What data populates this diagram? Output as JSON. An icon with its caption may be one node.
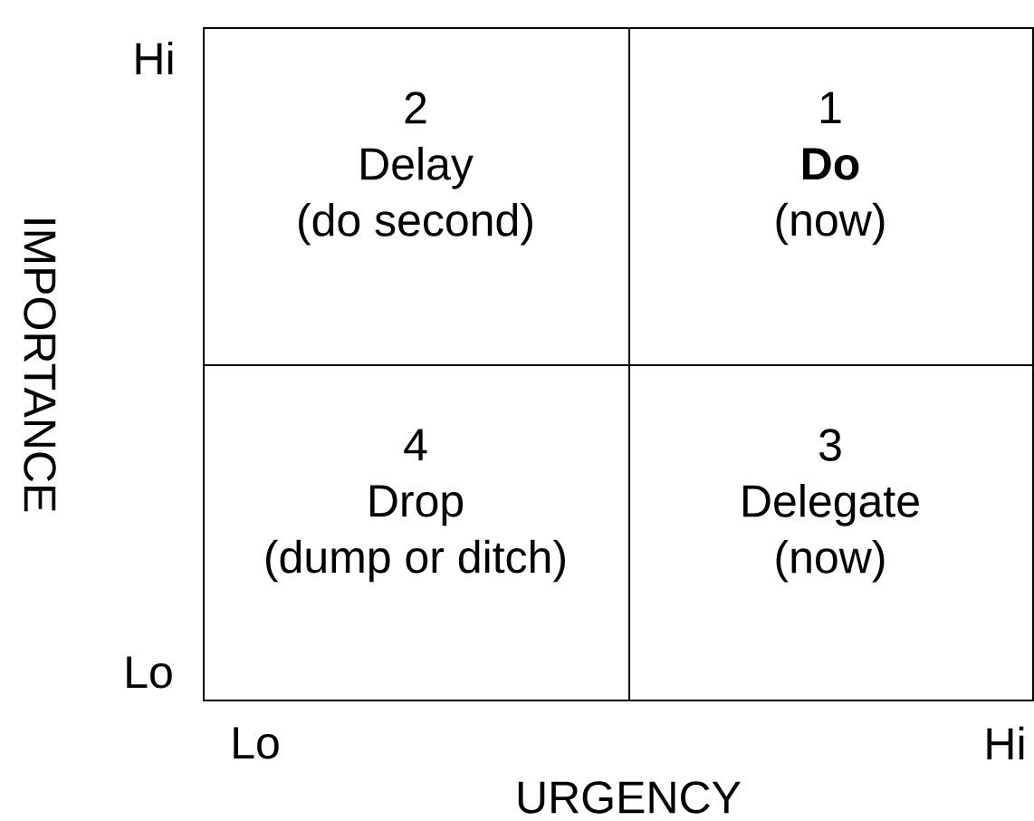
{
  "diagram": {
    "nodes": [
      {
        "text": [
          "2",
          "Delay",
          "(do second)"
        ]
      },
      {
        "text": [
          "1",
          "**Do**",
          "(now)"
        ]
      },
      {
        "text": [
          "4",
          "Drop",
          "(dump or ditch)"
        ]
      },
      {
        "text": [
          "3",
          "Delegate",
          "(now)"
        ]
      }
    ],
    "labels": [
      "Hi",
      "IMPORTANCE",
      "Lo",
      "Lo",
      "Hi",
      "URGENCY"
    ]
  }
}
